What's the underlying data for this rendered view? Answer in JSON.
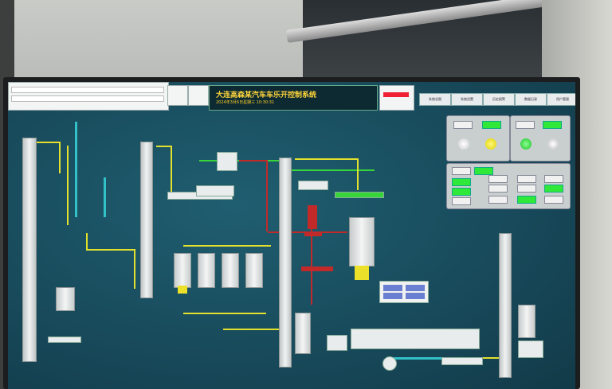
{
  "scene": {
    "description_items": [
      "monitor",
      "scada-screen"
    ]
  },
  "topbar": {
    "title": "大连高森某汽车车乐开控制系统",
    "subtitle": "2024年3月6日星期三 10:30:31",
    "nav_buttons": [
      "系统总图",
      "系统设置",
      "历史报警",
      "数据记录",
      "用户管理"
    ]
  },
  "colors": {
    "screen_bg": "#184b5c",
    "run_green": "#2fe83a",
    "material_yellow": "#e4e02e",
    "alarm_red": "#c22a2a"
  }
}
